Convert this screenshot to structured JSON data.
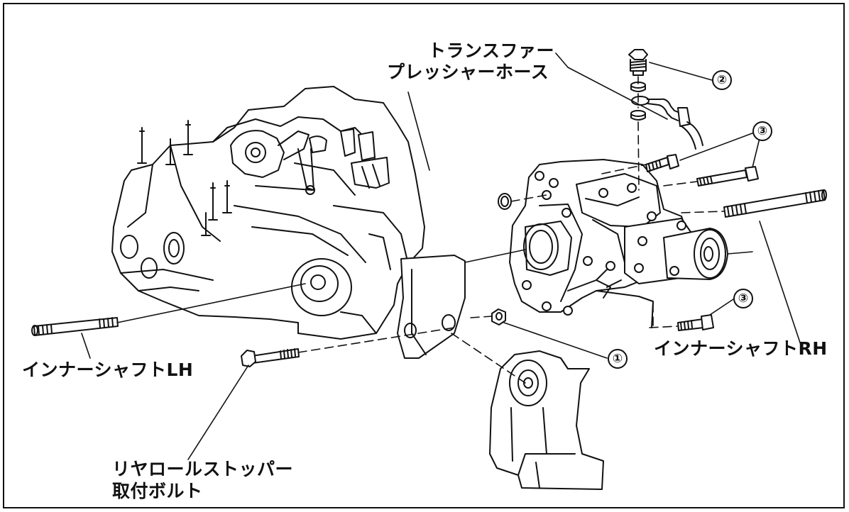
{
  "labels": {
    "transfer_hose_line1": "トランスファー",
    "transfer_hose_line2": "プレッシャーホース",
    "inner_shaft_rh": "インナーシャフトRH",
    "inner_shaft_lh": "インナーシャフトLH",
    "rear_roll_stopper_line1": "リヤロールストッパー",
    "rear_roll_stopper_line2": "取付ボルト"
  },
  "callouts": {
    "c1": "①",
    "c2": "②",
    "c3_top": "③",
    "c3_bottom": "③"
  },
  "colors": {
    "line": "#111111",
    "background": "#ffffff"
  }
}
